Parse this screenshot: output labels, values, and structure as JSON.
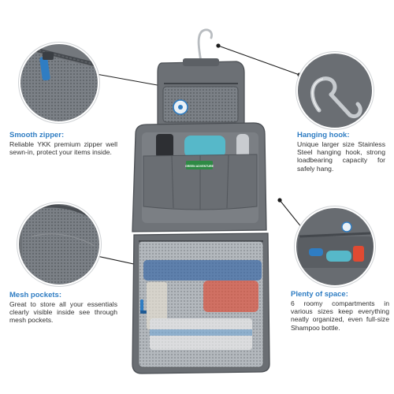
{
  "callouts": {
    "zipper": {
      "title": "Smooth zipper:",
      "body": "Reliable YKK premium zipper well sewn-in, protect your items inside."
    },
    "hook": {
      "title": "Hanging hook:",
      "body": "Unique larger size Stainless Steel hanging hook, strong loadbearing capacity for safely hang."
    },
    "mesh": {
      "title": "Mesh pockets:",
      "body": "Great to store all your essentials clearly visible inside see through mesh pockets."
    },
    "space": {
      "title": "Plenty of space:",
      "body": "6 roomy compartments in various sizes keep everything neatly organized, even full-size Shampoo bottle."
    }
  },
  "product": {
    "bag_tag": "GREEN ADVENTURE",
    "colors": {
      "bag_fabric": "#6f7378",
      "bag_dark": "#50545a",
      "bag_light": "#8a8e93",
      "mesh": "#9aa0a6",
      "accent_blue": "#2f7dc3",
      "callout_title": "#2f7dc3",
      "soap": "#56b8c9",
      "red_bottle": "#e04a32"
    },
    "icons": [
      "hanging-hook-icon",
      "zipper-pull-icon",
      "mesh-pocket-icon"
    ]
  }
}
